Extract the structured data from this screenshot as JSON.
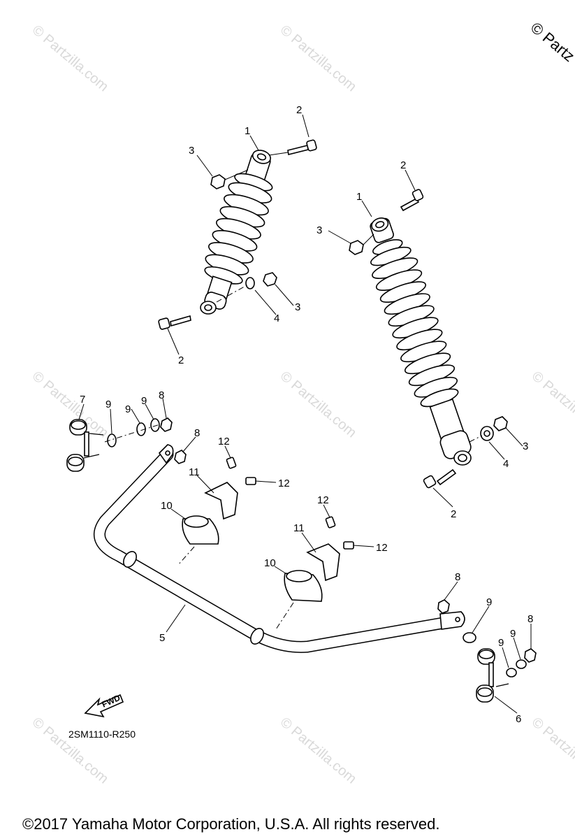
{
  "watermark": "© Partzilla.com",
  "corner_watermark": "© Partz",
  "diagram_code": "2SM1110-R250",
  "fwd_label": "FWD",
  "copyright": "©2017  Yamaha Motor Corporation, U.S.A. All rights reserved.",
  "callouts": {
    "shock_left_1": "1",
    "shock_left_2_top": "2",
    "shock_left_3_top": "3",
    "shock_left_3_bottom": "3",
    "shock_left_4": "4",
    "shock_left_2_bottom": "2",
    "shock_right_1": "1",
    "shock_right_2_top": "2",
    "shock_right_3_top": "3",
    "shock_right_3_bottom": "3",
    "shock_right_4": "4",
    "shock_right_2_bottom": "2",
    "link_left_7": "7",
    "link_left_9a": "9",
    "link_left_9b": "9",
    "link_left_9c": "9",
    "link_left_8a": "8",
    "link_left_8b": "8",
    "bracket_left_12a": "12",
    "bracket_left_12b": "12",
    "bracket_left_11": "11",
    "bush_left_10": "10",
    "bracket_right_12a": "12",
    "bracket_right_12b": "12",
    "bracket_right_11": "11",
    "bush_right_10": "10",
    "stabilizer_5": "5",
    "link_right_8a": "8",
    "link_right_9a": "9",
    "link_right_9b": "9",
    "link_right_9c": "9",
    "link_right_8b": "8",
    "link_right_6": "6"
  }
}
